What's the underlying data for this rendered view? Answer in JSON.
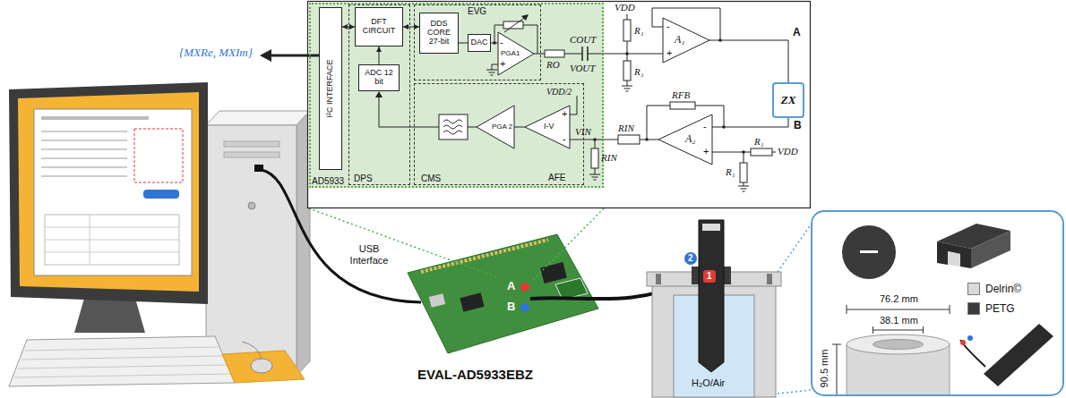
{
  "diagram": {
    "nodes": [
      {
        "text": [
          "AD5933"
        ]
      },
      {
        "text": [
          "I²C INTERFACE"
        ],
        "in": 0
      },
      {
        "text": [
          "DPS"
        ],
        "in": 0
      },
      {
        "text": [
          "DFT CIRCUIT"
        ],
        "in": 2
      },
      {
        "text": [
          "ADC 12 bit"
        ],
        "in": 2
      },
      {
        "text": [
          "EVG"
        ],
        "in": 0
      },
      {
        "text": [
          "DDS CORE 27-bit"
        ],
        "in": 5
      },
      {
        "text": [
          "DAC"
        ],
        "in": 5
      },
      {
        "text": [
          "PGA1"
        ],
        "in": 5
      },
      {
        "text": [
          "CMS"
        ],
        "in": 0
      },
      {
        "text": [
          "PGA 2"
        ],
        "in": 9
      },
      {
        "text": [
          "I-V"
        ],
        "in": 9
      },
      {
        "text": [
          "A₁"
        ]
      },
      {
        "text": [
          "A₂"
        ]
      },
      {
        "text": [
          "ZX"
        ]
      }
    ],
    "edges": [
      {
        "from": 1,
        "to": 3,
        "arrow": "both"
      },
      {
        "from": 3,
        "to": 6,
        "arrow": "both"
      },
      {
        "from": 4,
        "to": 3,
        "arrow": "to"
      },
      {
        "from": 6,
        "to": 7,
        "arrow": "none"
      },
      {
        "from": 7,
        "to": 8,
        "arrow": "none"
      },
      {
        "from": 11,
        "to": 10,
        "arrow": "none"
      },
      {
        "from": 12,
        "to": 14,
        "arrow": "none"
      },
      {
        "from": 14,
        "to": 13,
        "arrow": "none"
      }
    ],
    "labels": [
      "{MXRe, MXIm}",
      "VDD",
      "R₁",
      "R₁",
      "COUT",
      "VOUT",
      "RO",
      "-",
      "+",
      "VDD/2",
      "+",
      "-",
      "VIN",
      "RIN",
      "RIN",
      "AFE",
      "-",
      "+",
      "A",
      "RFB",
      "-",
      "+",
      "B",
      "R₁",
      "VDD",
      "R₁",
      "USB Interface",
      "A",
      "B",
      "EVAL-AD5933EBZ",
      "2",
      "1",
      "H₂O/Air",
      "76.2 mm",
      "38.1 mm",
      "90.5 mm"
    ],
    "legend": [
      {
        "text": "Delrin©",
        "color": "#d9d9d9"
      },
      {
        "text": "PETG",
        "color": "#3a3a3a"
      }
    ]
  }
}
